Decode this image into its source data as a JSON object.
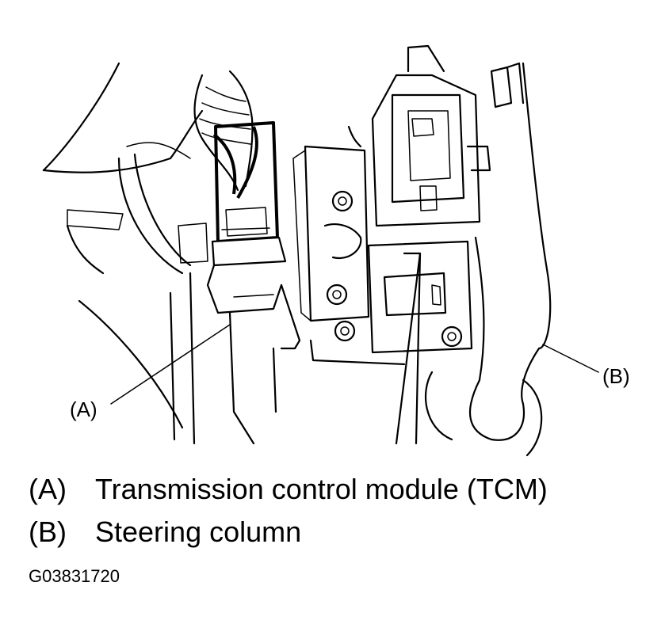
{
  "callouts": {
    "a": "(A)",
    "b": "(B)"
  },
  "legend": [
    {
      "key": "(A)",
      "text": "Transmission control module (TCM)"
    },
    {
      "key": "(B)",
      "text": "Steering column"
    }
  ],
  "figure_code": "G03831720"
}
